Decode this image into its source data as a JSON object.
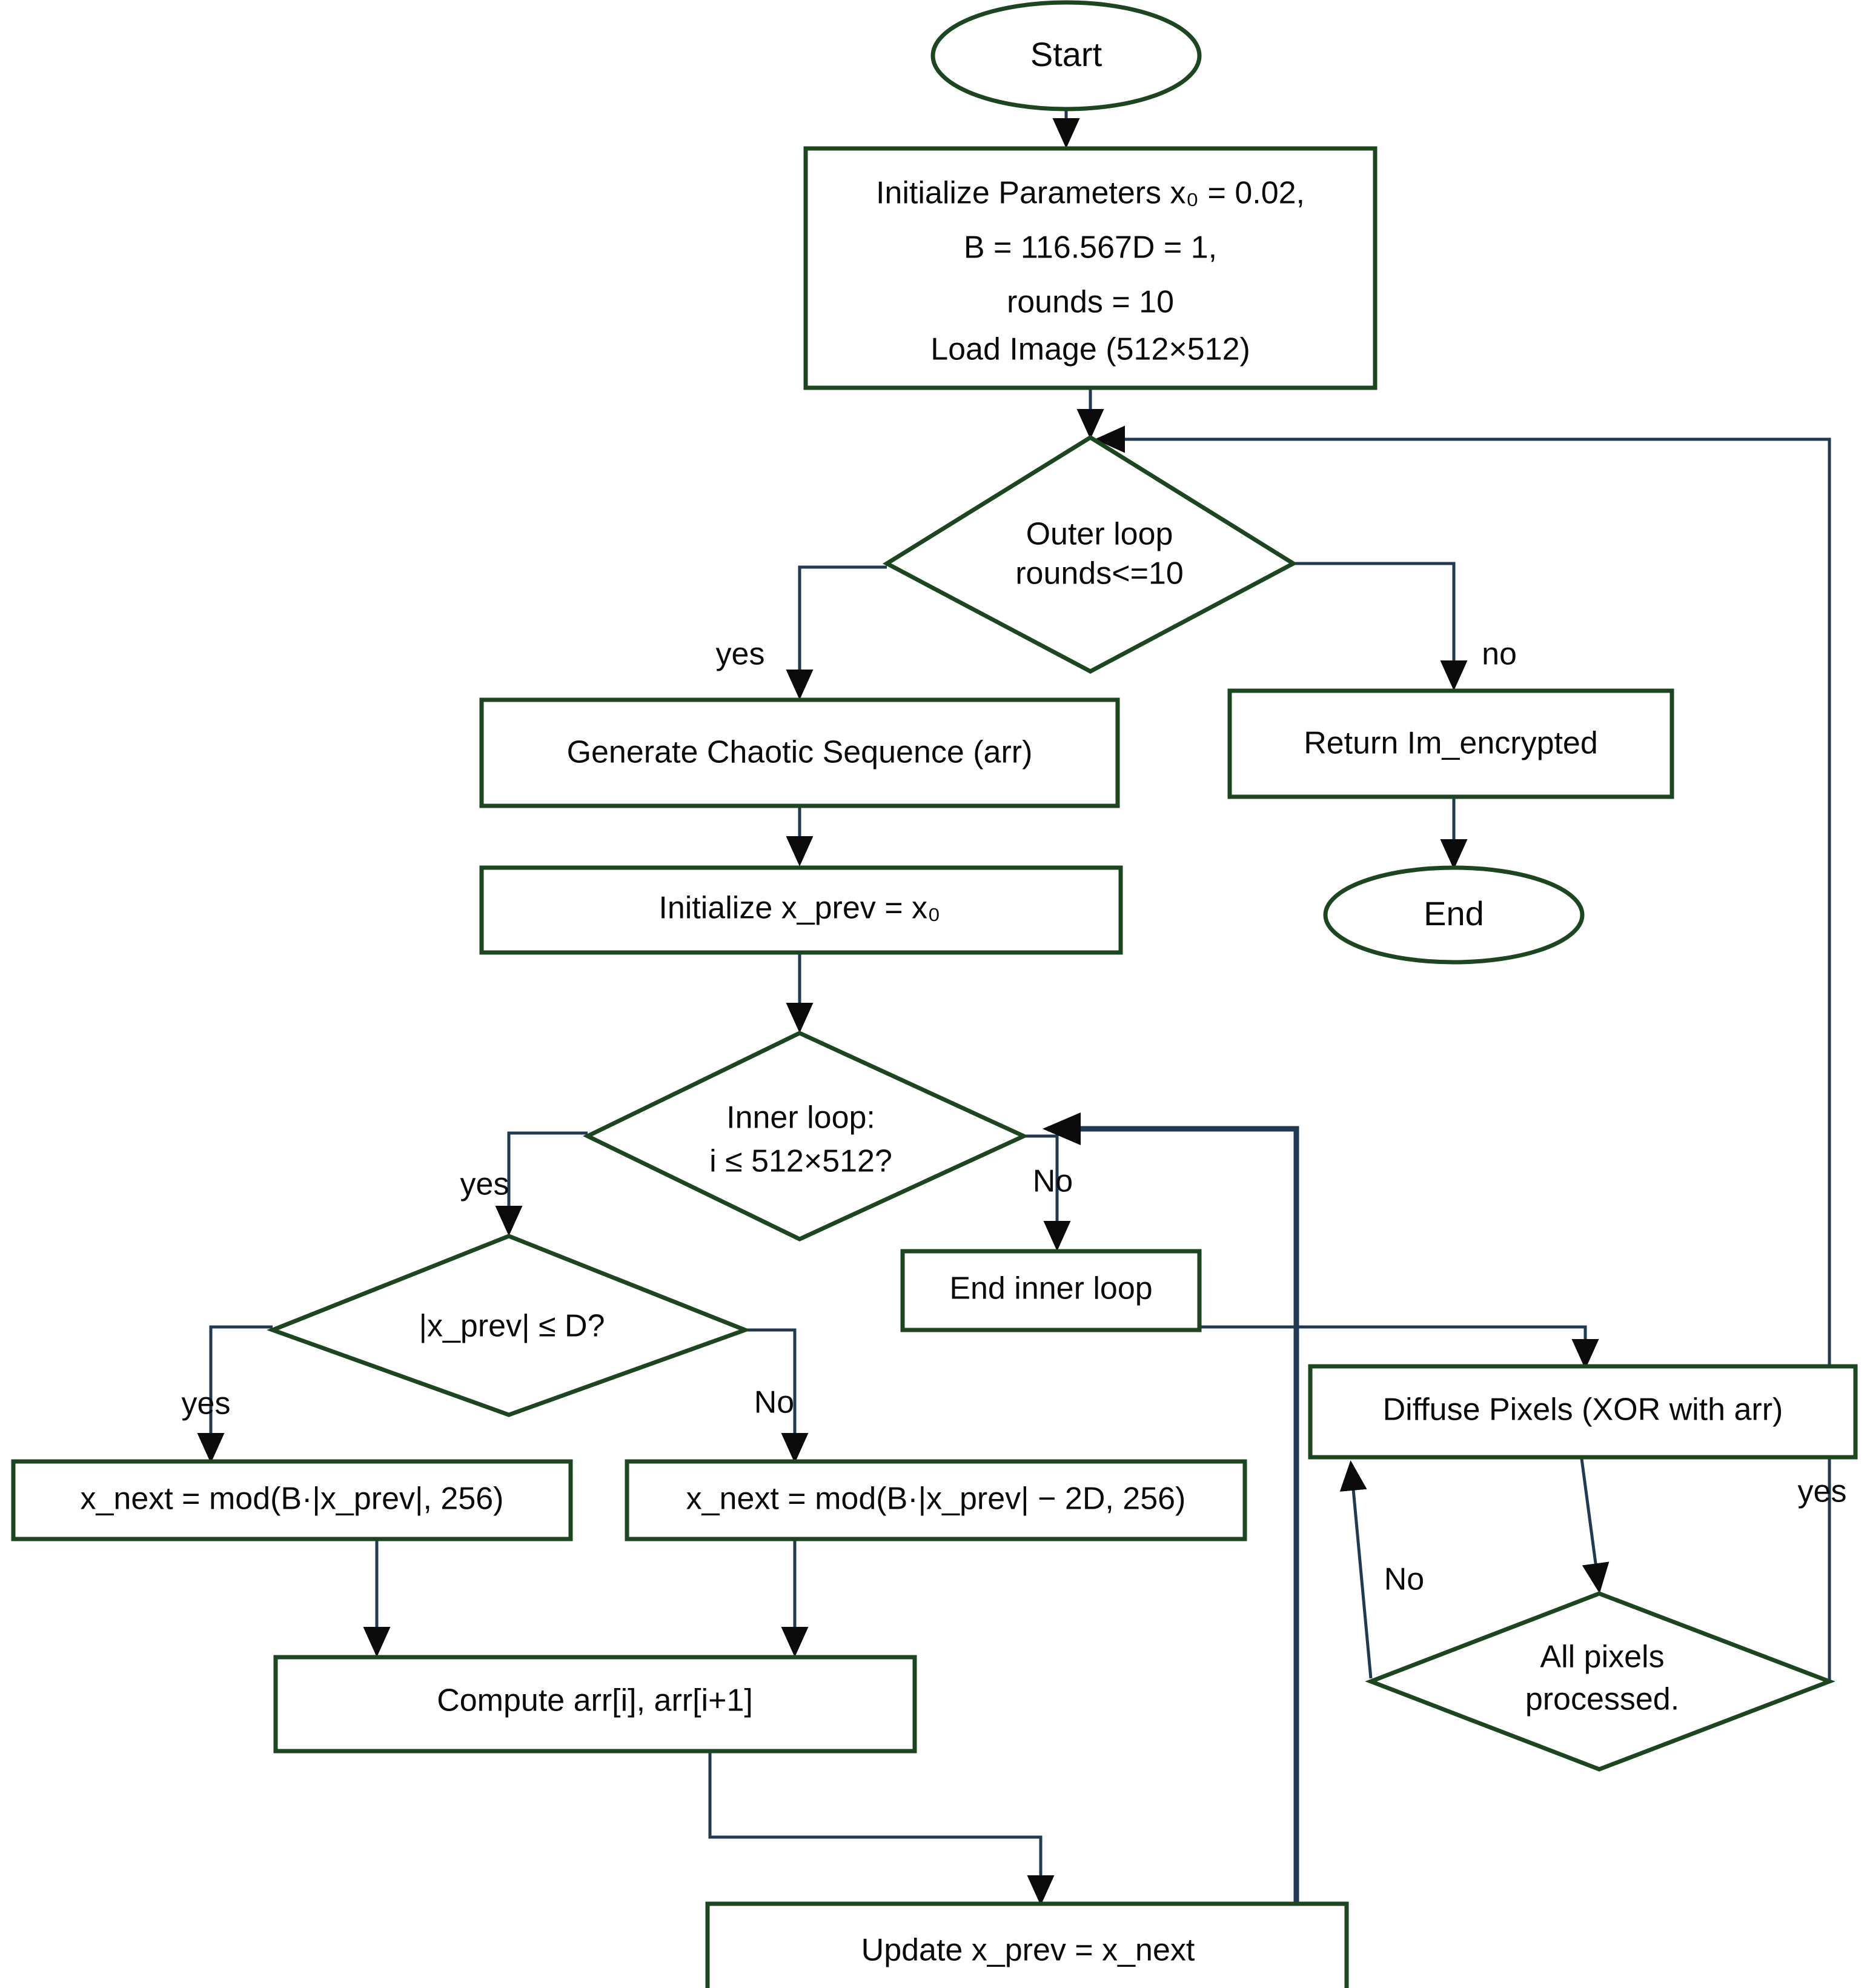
{
  "diagram": {
    "title": "Chaotic Image Encryption Flowchart",
    "colors": {
      "node_stroke": "#1b4620",
      "node_fill": "#ffffff",
      "connector": "#1f3a52",
      "text": "#0b0b0b",
      "background": "#ffffff"
    },
    "nodes": {
      "start": {
        "label": "Start",
        "shape": "terminator"
      },
      "init": {
        "shape": "process",
        "lines": [
          "Initialize Parameters x₀ = 0.02,",
          "B = 116.567D = 1,",
          "rounds = 10",
          "Load Image (512×512)"
        ]
      },
      "outer_loop": {
        "shape": "decision",
        "lines": [
          "Outer loop",
          "rounds<=10"
        ]
      },
      "generate_chaotic": {
        "shape": "process",
        "lines": [
          "Generate Chaotic Sequence (arr)"
        ]
      },
      "return_encrypted": {
        "shape": "process",
        "lines": [
          "Return Im_encrypted"
        ]
      },
      "end": {
        "label": "End",
        "shape": "terminator"
      },
      "init_xprev": {
        "shape": "process",
        "lines": [
          "Initialize x_prev = x₀"
        ]
      },
      "inner_loop": {
        "shape": "decision",
        "lines": [
          "Inner loop:",
          "i ≤ 512×512?"
        ]
      },
      "end_inner_loop": {
        "shape": "process",
        "lines": [
          "End inner loop"
        ]
      },
      "diffuse_pixels": {
        "shape": "process",
        "lines": [
          "Diffuse Pixels (XOR with arr)"
        ]
      },
      "xprev_le_d": {
        "shape": "decision",
        "lines": [
          "|x_prev| ≤ D?"
        ]
      },
      "xnext_a": {
        "shape": "process",
        "lines": [
          "x_next = mod(B·|x_prev|, 256)"
        ]
      },
      "xnext_b": {
        "shape": "process",
        "lines": [
          "x_next = mod(B·|x_prev| − 2D, 256)"
        ]
      },
      "compute_arr": {
        "shape": "process",
        "lines": [
          "Compute arr[i], arr[i+1]"
        ]
      },
      "update_xprev": {
        "shape": "process",
        "lines": [
          "Update x_prev = x_next"
        ]
      },
      "all_pixels": {
        "shape": "decision",
        "lines": [
          "All pixels",
          "processed."
        ]
      }
    },
    "edge_labels": {
      "outer_yes": "yes",
      "outer_no": "no",
      "inner_yes": "yes",
      "inner_no": "No",
      "cond_yes": "yes",
      "cond_no": "No",
      "pixels_no": "No",
      "pixels_yes": "yes"
    }
  }
}
